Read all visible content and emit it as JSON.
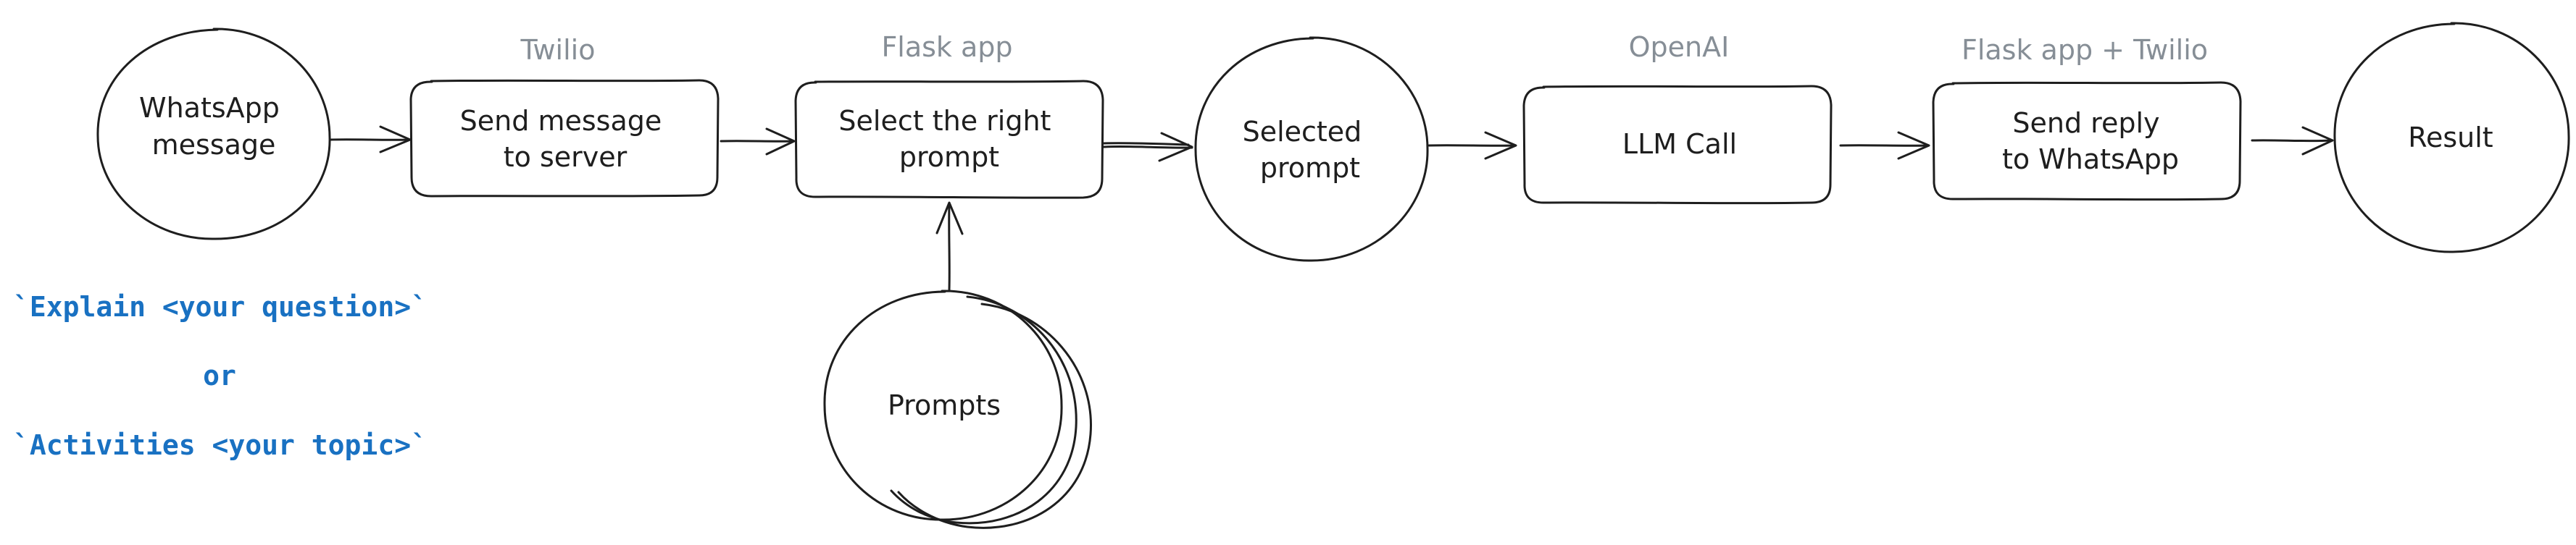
{
  "nodes": {
    "whatsapp_message": [
      "WhatsApp",
      "message"
    ],
    "send_message": [
      "Send message",
      "to server"
    ],
    "select_prompt": [
      "Select the right",
      "prompt"
    ],
    "selected_prompt": [
      "Selected",
      "prompt"
    ],
    "llm_call": [
      "LLM Call"
    ],
    "send_reply": [
      "Send reply",
      "to WhatsApp"
    ],
    "result": [
      "Result"
    ],
    "prompts": [
      "Prompts"
    ]
  },
  "captions": {
    "twilio": "Twilio",
    "flask_app": "Flask app",
    "openai": "OpenAI",
    "flask_twilio": "Flask app + Twilio"
  },
  "commands": {
    "explain": "`Explain <your question>`",
    "or": "or",
    "activities": "`Activities <your topic>`"
  },
  "colors": {
    "stroke": "#1e1e1e",
    "caption": "#868e96",
    "code": "#1971c2"
  }
}
